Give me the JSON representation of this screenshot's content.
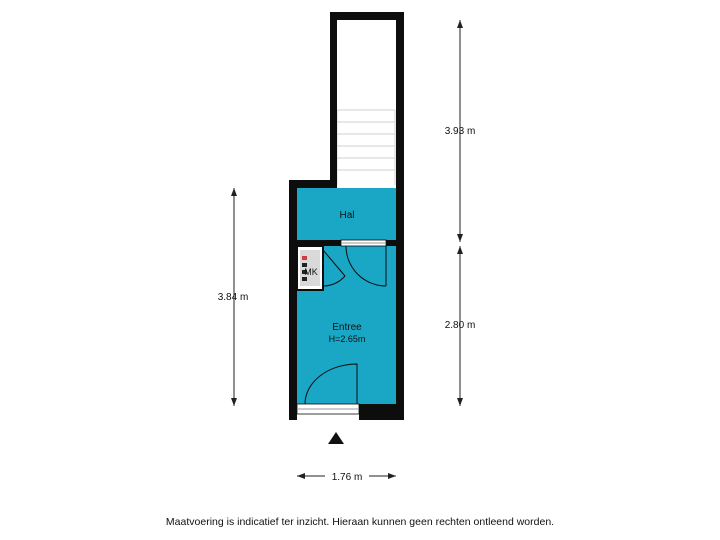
{
  "colors": {
    "room_fill": "#1aa6c5",
    "wall": "#0d0d0d",
    "stair_fill": "#ffffff",
    "stair_line": "#cfcfcf",
    "dimension_line": "#222222"
  },
  "rooms": {
    "hal": "Hal",
    "mk": "MK",
    "entree": "Entree",
    "entree_height": "H=2.65m"
  },
  "dimensions": {
    "left_total": "3.84 m",
    "right_upper": "3.93 m",
    "right_lower": "2.80 m",
    "bottom_width": "1.76 m"
  },
  "icons": {
    "entrance": "entrance-arrow-icon",
    "door": "door-swing-icon",
    "meter": "meter-cupboard-icon"
  },
  "footer": {
    "disclaimer": "Maatvoering is indicatief ter inzicht. Hieraan kunnen geen rechten ontleend worden."
  }
}
